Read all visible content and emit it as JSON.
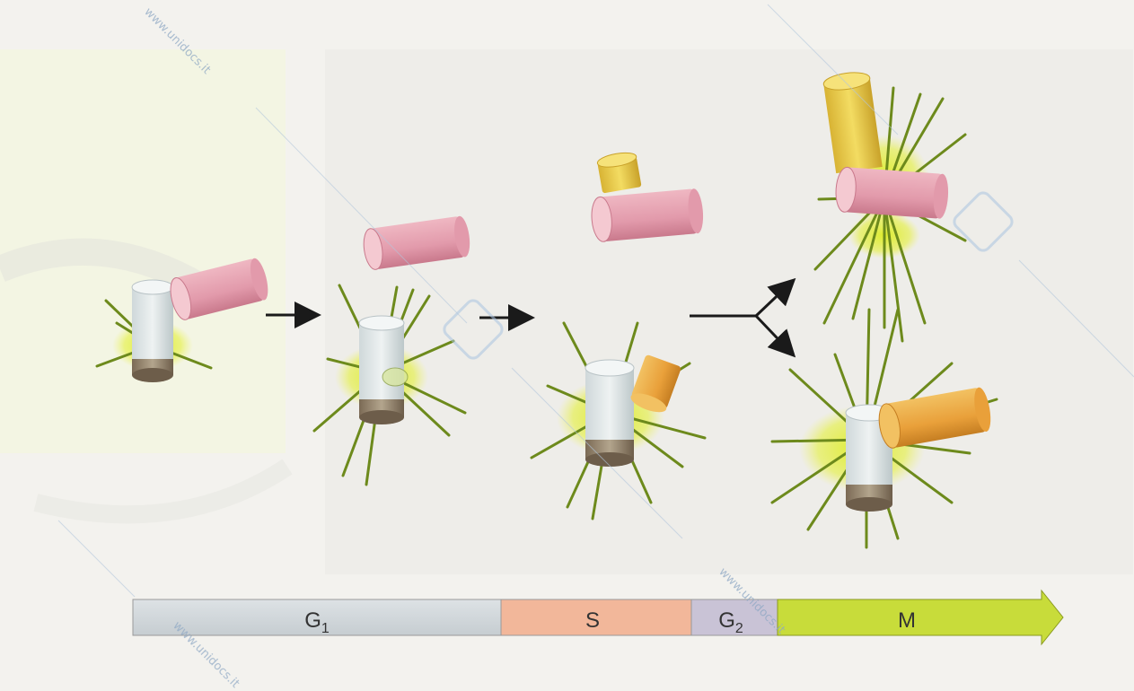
{
  "watermark": "www.unidocs.it",
  "phases": [
    {
      "name": "G",
      "sub": "1",
      "color": "#cfd5d9"
    },
    {
      "name": "S",
      "sub": "",
      "color": "#f2b79a"
    },
    {
      "name": "G",
      "sub": "2",
      "color": "#c9c3d6"
    },
    {
      "name": "M",
      "sub": "",
      "color": "#c8dc3a"
    }
  ],
  "colors": {
    "mother_centriole": "#d9e4e6",
    "daughter_centriole": "#e8a6b4",
    "new_centriole": "#e6c84a",
    "new_centriole_orange": "#e9a03a",
    "pericentriolar_glow": "#e6f02a",
    "microtubule": "#6d8a1c"
  },
  "icons": [
    "centrosome-icon",
    "arrow-right-icon",
    "branch-arrow-icon"
  ]
}
